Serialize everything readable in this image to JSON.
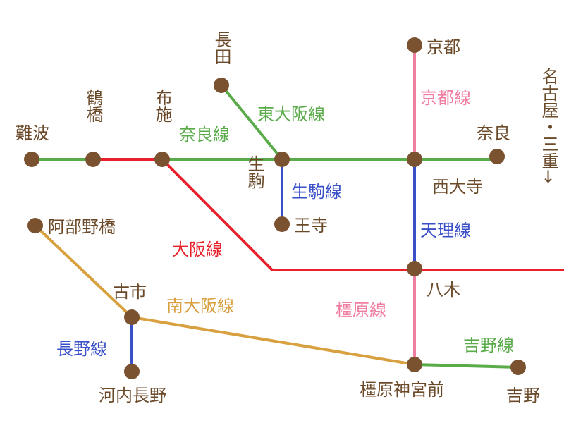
{
  "colors": {
    "station": "#7a5230",
    "label": "#6b4a2a",
    "nara_line": "#5aab4a",
    "kintetsu_red": "#e8202a",
    "ikoma_line": "#3a50c8",
    "kyoto_line": "#f07ca0",
    "tenri_line": "#3a50c8",
    "minami_osaka_line": "#d9a040",
    "nagano_line": "#3a50c8",
    "yoshino_line": "#5aab4a"
  },
  "stations": {
    "nagata": "長田",
    "kyoto": "京都",
    "namba": "難波",
    "tsuruhashi": "鶴橋",
    "fuse": "布施",
    "nara": "奈良",
    "ikoma": "生駒",
    "oji": "王寺",
    "yamato_saidaiji": "西大寺",
    "abenobashi": "阿部野橋",
    "furuichi": "古市",
    "yagi": "八木",
    "kashiharajingumae": "橿原神宮前",
    "kawachinagano": "河内長野",
    "yoshino": "吉野"
  },
  "lines": {
    "higashi_osaka": "東大阪線",
    "kyoto": "京都線",
    "nara": "奈良線",
    "ikoma": "生駒線",
    "tenri": "天理線",
    "osaka": "大阪線",
    "minami_osaka": "南大阪線",
    "kashihara": "橿原線",
    "nagano": "長野線",
    "yoshino": "吉野線"
  },
  "direction_note": "名古屋・三重→"
}
